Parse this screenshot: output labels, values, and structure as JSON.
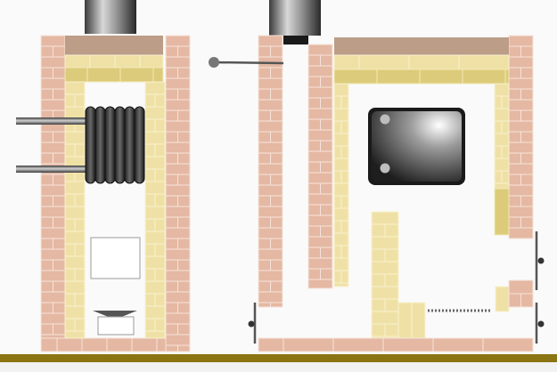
{
  "diagram": {
    "title": "",
    "description_labels": [],
    "colors": {
      "background": "#fafafa",
      "red_brick": "#e4b8a3",
      "red_brick_edge": "#f7e3da",
      "yellow_brick": "#efe1a6",
      "yellow_brick_dark": "#dccb7a",
      "top_slab": "#bb9d88",
      "ground": "#8b7412",
      "metal_dark": "#2e2e2e",
      "metal_light": "#bdbdbd"
    },
    "components": [
      "left-furnace",
      "chimney-pipe-left",
      "chimney-pipe-right",
      "heating-coil",
      "water-pipe-top",
      "water-pipe-bottom",
      "grate",
      "ash-door",
      "firebox-door",
      "right-furnace",
      "oven-door",
      "damper-rod",
      "cleaning-rods",
      "ground-strip"
    ]
  }
}
